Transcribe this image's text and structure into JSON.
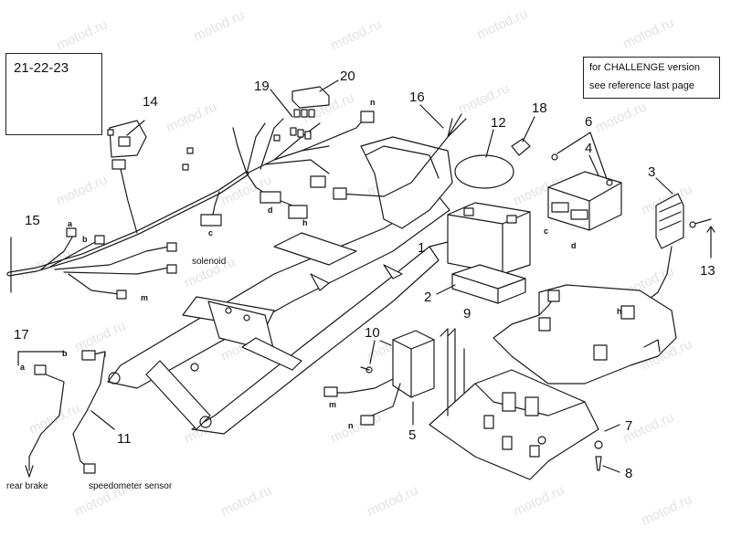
{
  "watermark": "motod.ru",
  "inset": {
    "label": "21-22-23"
  },
  "note": {
    "line1": "for CHALLENGE version",
    "line2": "see reference last page"
  },
  "callouts": {
    "n1": "1",
    "n2": "2",
    "n3": "3",
    "n4": "4",
    "n5": "5",
    "n6": "6",
    "n7": "7",
    "n8": "8",
    "n9": "9",
    "n10": "10",
    "n11": "11",
    "n12": "12",
    "n13": "13",
    "n14": "14",
    "n15": "15",
    "n16": "16",
    "n17": "17",
    "n18": "18",
    "n19": "19",
    "n20": "20"
  },
  "connectors": {
    "a_harness": "a",
    "b_harness": "b",
    "c_harness": "c",
    "d_harness": "d",
    "h_harness": "h",
    "m_harness": "m",
    "n_harness": "n",
    "a_sensor": "a",
    "b_sensor": "b",
    "m_module": "m",
    "n_module": "n",
    "c_ecu": "c",
    "d_ecu": "d",
    "h_guard": "h"
  },
  "text_labels": {
    "solenoid": "solenoid",
    "rear_brake": "rear brake",
    "speedometer_sensor": "speedometer sensor"
  }
}
